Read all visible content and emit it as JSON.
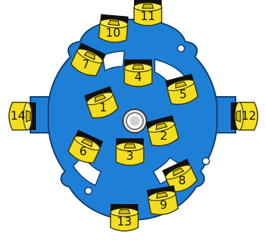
{
  "colors": {
    "plate": "#1e7fd6",
    "plate_edge": "#0b3a6b",
    "cap": "#f2dd1e",
    "cap_edge": "#3a3000",
    "holder": "#101010",
    "background": "#ffffff"
  },
  "icons": {
    "center_hub": "hub-ring-icon",
    "mount_hole": "mount-hole-icon"
  },
  "holders": [
    {
      "label": "1"
    },
    {
      "label": "2"
    },
    {
      "label": "3"
    },
    {
      "label": "4"
    },
    {
      "label": "5"
    },
    {
      "label": "6"
    },
    {
      "label": "7"
    },
    {
      "label": "8"
    },
    {
      "label": "9"
    },
    {
      "label": "10"
    },
    {
      "label": "11"
    },
    {
      "label": "12"
    },
    {
      "label": "13"
    },
    {
      "label": "14"
    }
  ]
}
